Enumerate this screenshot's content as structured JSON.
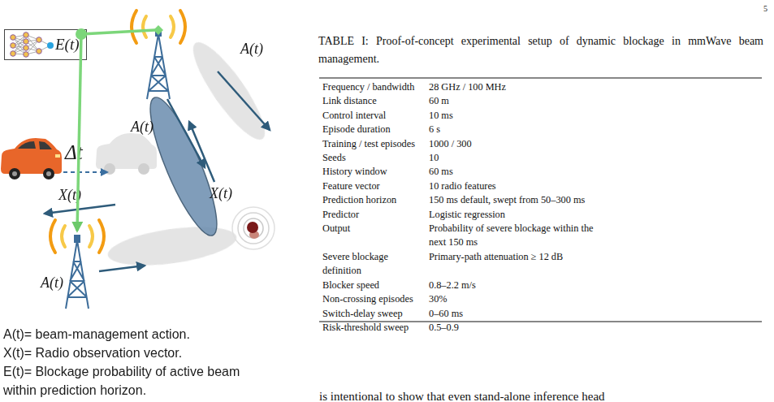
{
  "diagram": {
    "caption": "TABLE I: Proof-of-concept experimental setup of dynamic blockage in mmWave beam management.",
    "nodes": [
      {
        "text": [
          "E(t)"
        ]
      }
    ],
    "labels": [
      "5",
      "A(t)",
      "A(t)",
      "Δt",
      "X(t)",
      "X(t)",
      "A(t)",
      "A(t)= beam-management action.",
      "X(t)= Radio observation vector.",
      "E(t)= Blockage probability of active beam within prediction horizon.",
      "Frequency / bandwidth",
      "28 GHz / 100 MHz",
      "Link distance",
      "60 m",
      "Control interval",
      "10 ms",
      "Episode duration",
      "6 s",
      "Training / test episodes",
      "1000 / 300",
      "Seeds",
      "10",
      "History window",
      "60 ms",
      "Feature vector",
      "10 radio features",
      "Prediction horizon",
      "150 ms default, swept from 50–300 ms",
      "Predictor",
      "Logistic regression",
      "Output",
      "Probability of severe blockage within the next 150 ms",
      "Severe blockage definition",
      "Primary-path attenuation ≥ 12 dB",
      "Blocker speed",
      "0.8–2.2 m/s",
      "Non-crossing episodes",
      "30%",
      "Switch-delay sweep",
      "0–60 ms",
      "Risk-threshold sweep",
      "0.5–0.9",
      "is intentional to show that even stand-alone inference head"
    ]
  }
}
